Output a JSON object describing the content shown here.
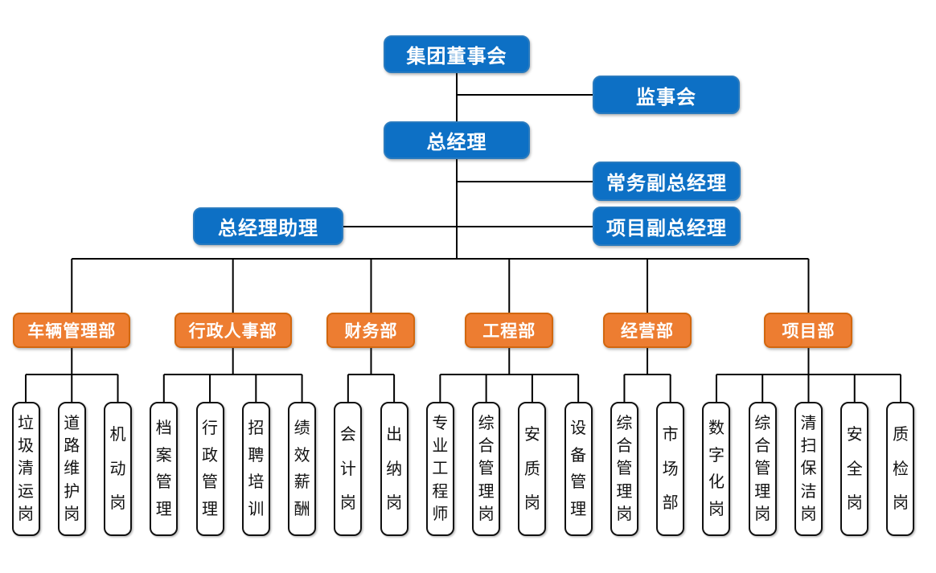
{
  "chart_title": "",
  "colors": {
    "executive_fill": "#0d70c5",
    "executive_border": "#2a7bbf",
    "department_fill": "#ed7d31",
    "department_border": "#d2670f",
    "position_fill": "#ffffff",
    "position_border": "#111111",
    "connector": "#000000",
    "text_on_fill": "#ffffff"
  },
  "executives": [
    {
      "id": "board-of-directors",
      "label": "集团董事会"
    },
    {
      "id": "supervisory-board",
      "label": "监事会"
    },
    {
      "id": "general-manager",
      "label": "总经理"
    },
    {
      "id": "executive-deputy-general-manager",
      "label": "常务副总经理"
    },
    {
      "id": "general-manager-assistant",
      "label": "总经理助理"
    },
    {
      "id": "project-deputy-general-manager",
      "label": "项目副总经理"
    }
  ],
  "departments": [
    {
      "id": "vehicle-management-dept",
      "label": "车辆管理部",
      "children": [
        "垃圾清运岗",
        "道路维护岗",
        "机动岗"
      ]
    },
    {
      "id": "admin-hr-dept",
      "label": "行政人事部",
      "children": [
        "档案管理",
        "行政管理",
        "招聘培训",
        "绩效薪酬"
      ]
    },
    {
      "id": "finance-dept",
      "label": "财务部",
      "children": [
        "会计岗",
        "出纳岗"
      ]
    },
    {
      "id": "engineering-dept",
      "label": "工程部",
      "children": [
        "专业工程师",
        "综合管理岗",
        "安质岗",
        "设备管理"
      ]
    },
    {
      "id": "operations-dept",
      "label": "经营部",
      "children": [
        "综合管理岗",
        "市场部"
      ]
    },
    {
      "id": "project-dept",
      "label": "项目部",
      "children": [
        "数字化岗",
        "综合管理岗",
        "清扫保洁岗",
        "安全岗",
        "质检岗"
      ]
    }
  ]
}
